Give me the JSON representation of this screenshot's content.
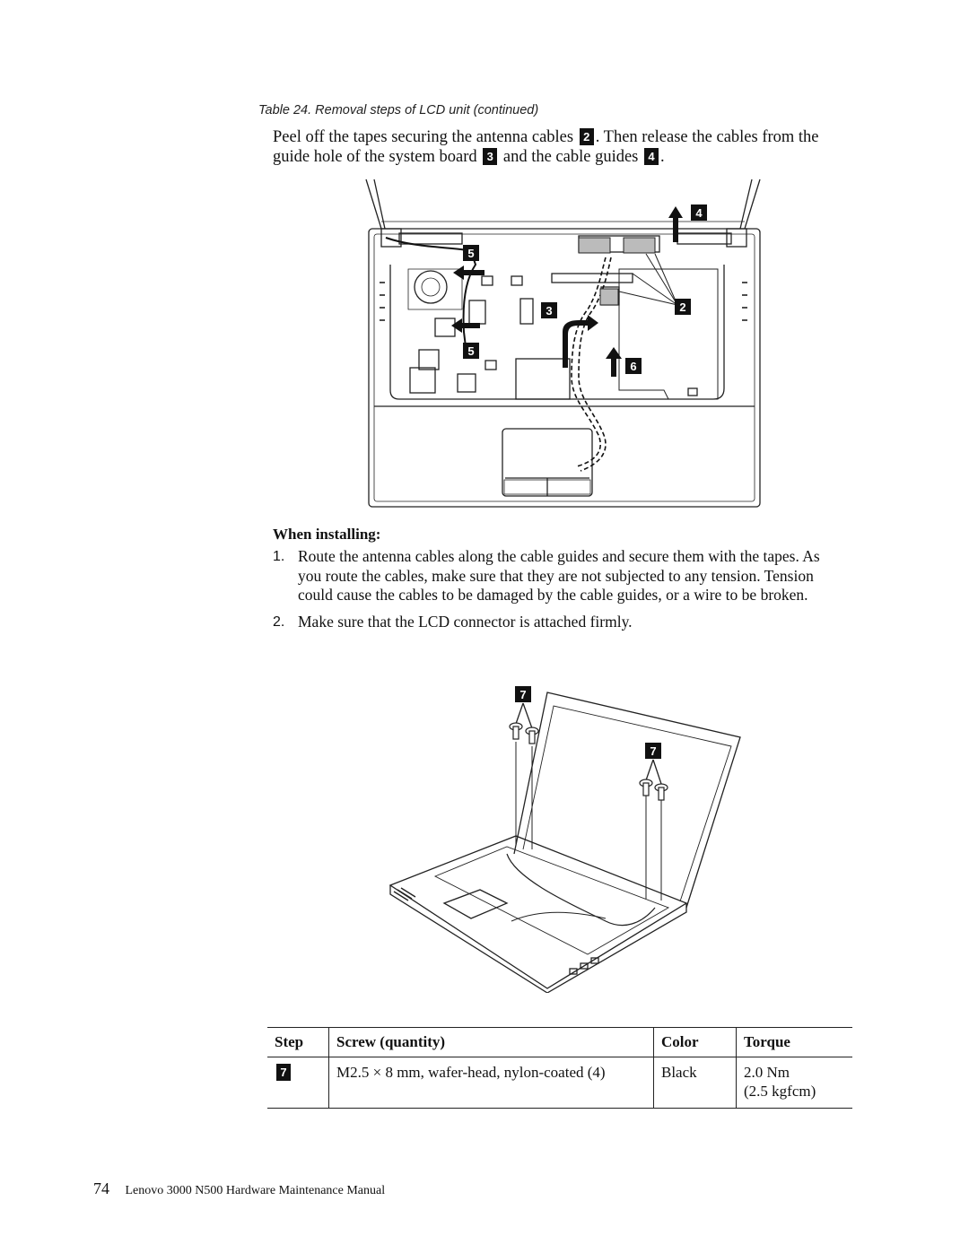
{
  "caption": "Table 24. Removal steps of LCD unit (continued)",
  "intro": {
    "t1": "Peel off the tapes securing the antenna cables",
    "c1": "2",
    "t2": ". Then release the cables from the guide hole of the system board",
    "c2": "3",
    "t3": "and the cable guides",
    "c3": "4",
    "t4": "."
  },
  "figure1": {
    "callouts": [
      "4",
      "5",
      "2",
      "3",
      "6",
      "5"
    ]
  },
  "when_installing": {
    "heading": "When installing:",
    "steps": [
      {
        "num": "1.",
        "text": "Route the antenna cables along the cable guides and secure them with the tapes. As you route the cables, make sure that they are not subjected to any tension. Tension could cause the cables to be damaged by the cable guides, or a wire to be broken."
      },
      {
        "num": "2.",
        "text": "Make sure that the LCD connector is attached firmly."
      }
    ]
  },
  "figure2": {
    "callouts": [
      "7",
      "7"
    ]
  },
  "table": {
    "headers": [
      "Step",
      "Screw (quantity)",
      "Color",
      "Torque"
    ],
    "row": {
      "step": "7",
      "screw": "M2.5 × 8 mm, wafer-head, nylon-coated (4)",
      "color": "Black",
      "torque1": "2.0 Nm",
      "torque2": "(2.5 kgfcm)"
    }
  },
  "footer": {
    "page_number": "74",
    "title": "Lenovo 3000 N500 Hardware Maintenance Manual"
  }
}
